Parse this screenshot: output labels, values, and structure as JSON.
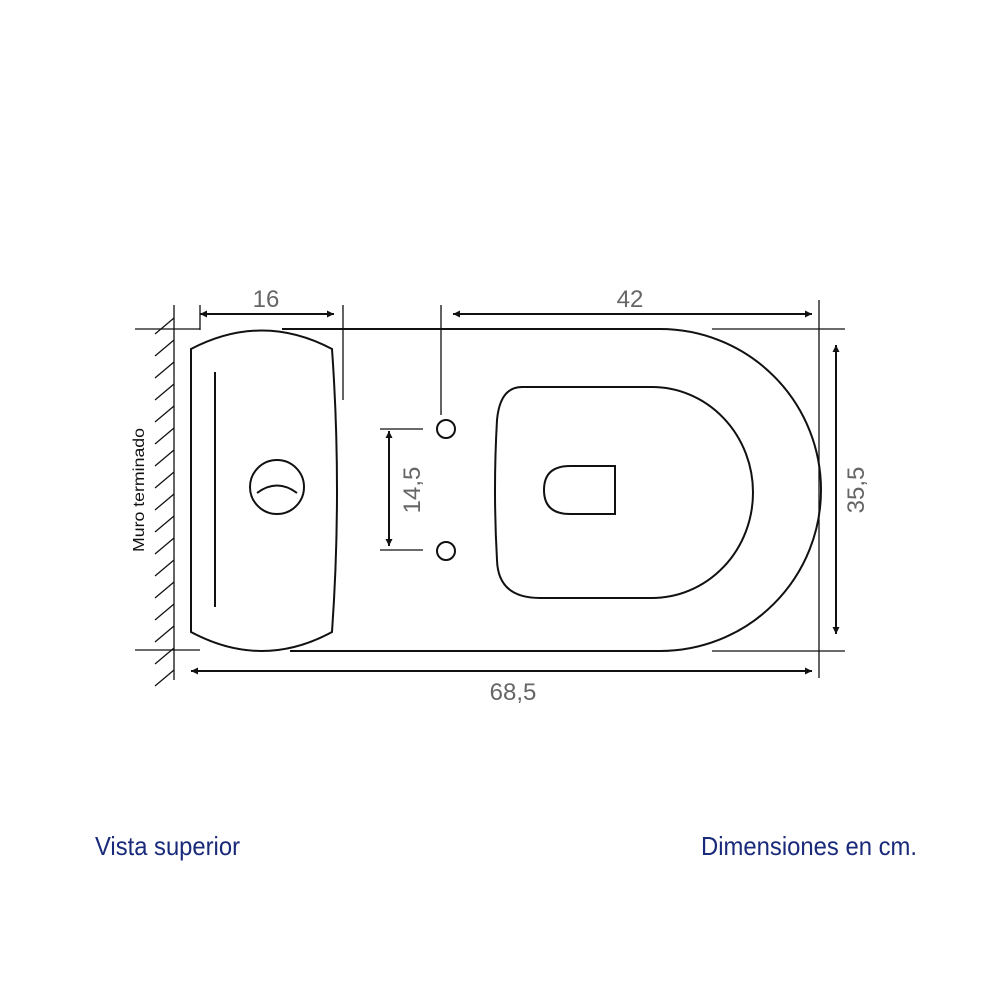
{
  "dimensions": {
    "tank_depth": "16",
    "drain_to_front": "42",
    "total_length": "68,5",
    "total_width": "35,5",
    "bolt_spacing": "14,5"
  },
  "wall_label": "Muro terminado",
  "view_label": "Vista superior",
  "units_label": "Dimensiones en cm.",
  "colors": {
    "label": "#1a2a7a",
    "dimension_text": "#666666",
    "line": "#111111"
  }
}
